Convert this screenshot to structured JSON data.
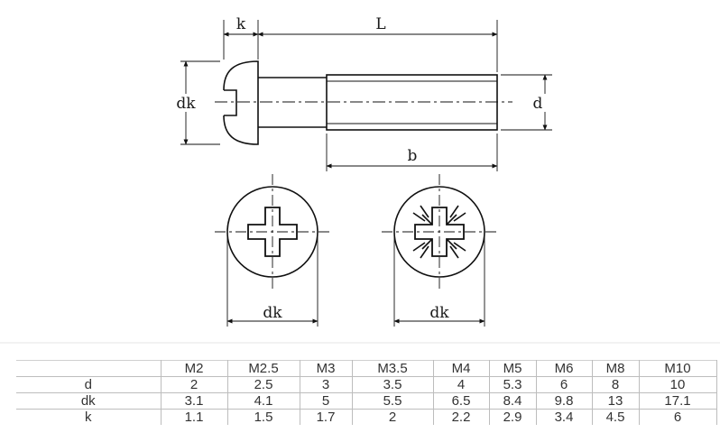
{
  "drawing": {
    "labels": {
      "k": "k",
      "L": "L",
      "dk_side": "dk",
      "d": "d",
      "b": "b",
      "dk_pozi": "dk",
      "dk_phillips": "dk"
    }
  },
  "table": {
    "sizes": [
      "M2",
      "M2.5",
      "M3",
      "M3.5",
      "M4",
      "M5",
      "M6",
      "M8",
      "M10"
    ],
    "rows": [
      {
        "label": "d",
        "values": [
          "2",
          "2.5",
          "3",
          "3.5",
          "4",
          "5.3",
          "6",
          "8",
          "10"
        ]
      },
      {
        "label": "dk",
        "values": [
          "3.1",
          "4.1",
          "5",
          "5.5",
          "6.5",
          "8.4",
          "9.8",
          "13",
          "17.1"
        ]
      },
      {
        "label": "k",
        "values": [
          "1.1",
          "1.5",
          "1.7",
          "2",
          "2.2",
          "2.9",
          "3.4",
          "4.5",
          "6"
        ]
      }
    ]
  }
}
